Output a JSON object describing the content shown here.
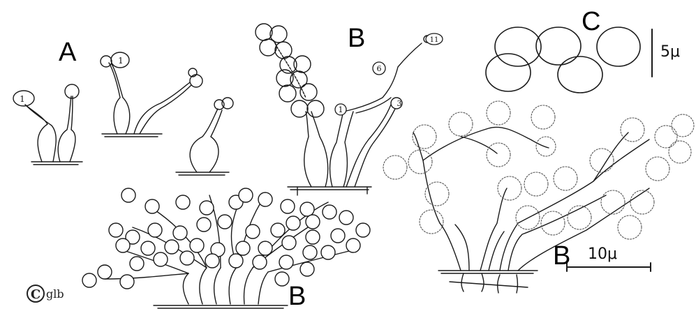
{
  "labels": {
    "a": "A",
    "b_top": "B",
    "c": "C",
    "b_bottom_left": "B",
    "b_bottom_right": "B"
  },
  "scale_bars": {
    "small": "5μ",
    "large": "10μ"
  },
  "conidium_numbers": {
    "a_left": "1",
    "a_middle": "1",
    "b_chain_first": "1",
    "b_chain_third": "3",
    "b_chain_sixth": "6",
    "b_chain_eleventh": "11"
  },
  "copyright": {
    "symbol": "C",
    "initials": "glb"
  }
}
